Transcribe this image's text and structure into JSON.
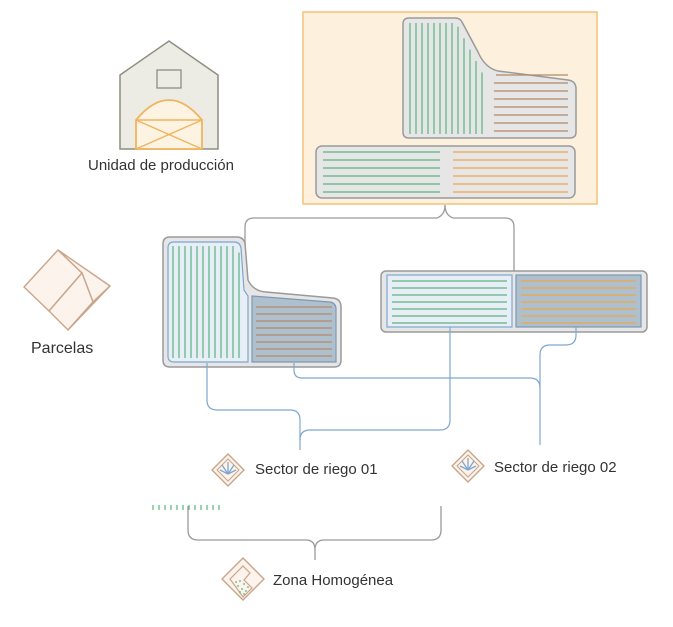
{
  "labels": {
    "unidad": "Unidad de producción",
    "parcelas": "Parcelas",
    "sector1": "Sector de riego 01",
    "sector2": "Sector de riego 02",
    "zona": "Zona Homogénea"
  },
  "icons": {
    "unidad": "barn-icon",
    "parcelas": "parcels-icon",
    "sector1": "irrigation-sector-icon",
    "sector2": "irrigation-sector-icon",
    "zona": "homogeneous-zone-icon"
  },
  "colors": {
    "highlight_fill": "#fdf0dc",
    "highlight_border": "#f4c27c",
    "field_gray": "#e6e6e6",
    "field_border": "#9a9a9a",
    "crop_green": "#5bb381",
    "crop_orange": "#eda64a",
    "crop_brown": "#b48968",
    "selected_blue": "#aebfce",
    "light_blue": "#e7eef5",
    "connector_gray": "#9a9a9a",
    "connector_blue": "#7ea7cf",
    "barn_fill": "#ecebe4",
    "barn_stroke": "#8e8e80"
  }
}
